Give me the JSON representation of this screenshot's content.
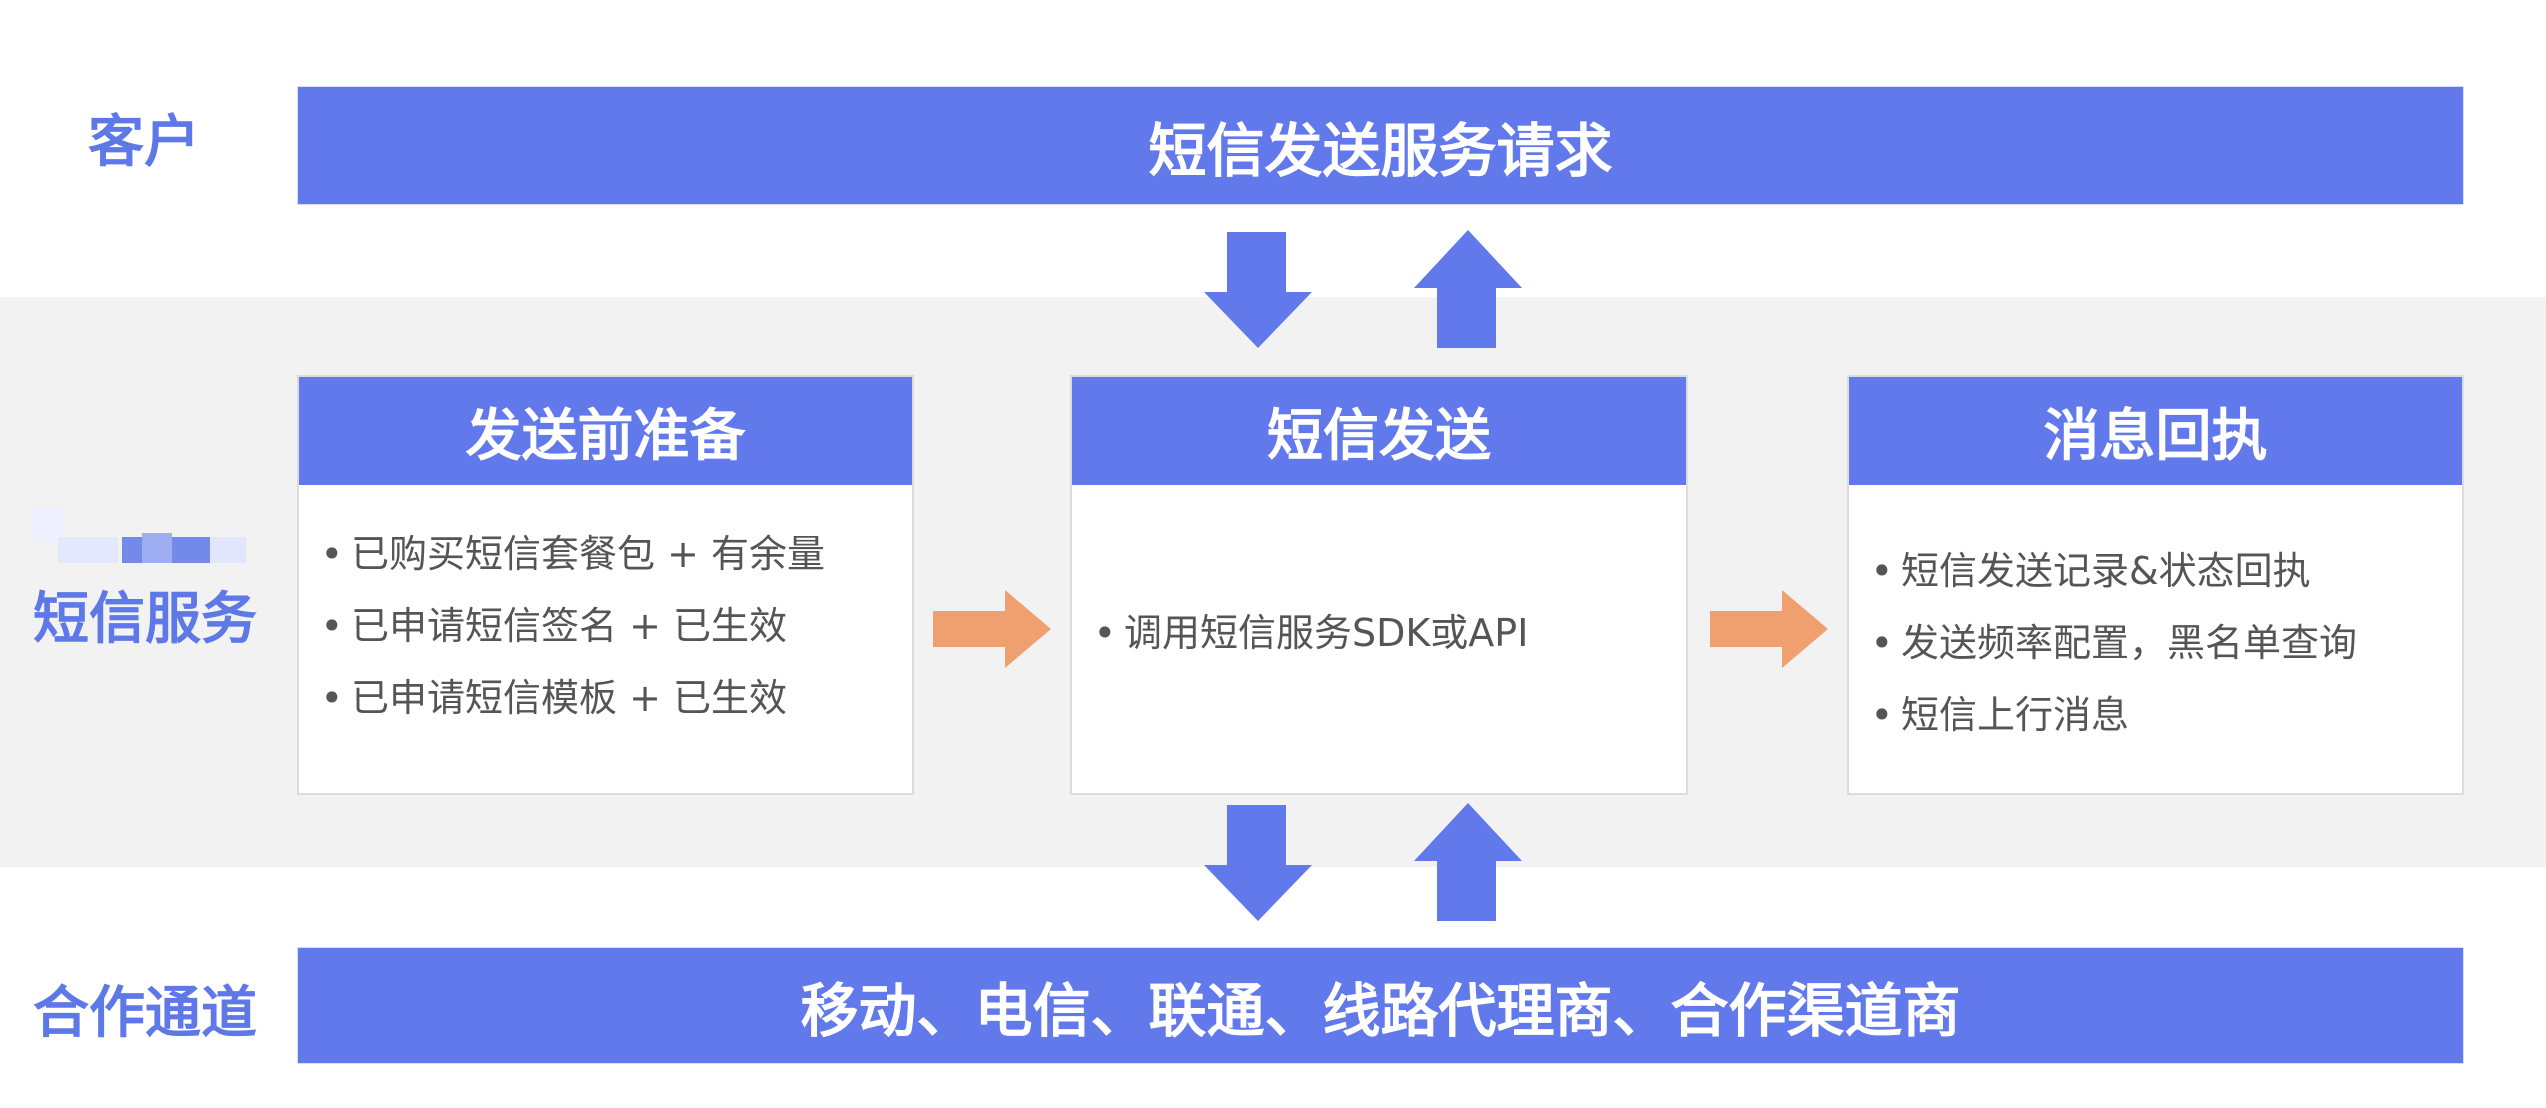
{
  "colors": {
    "primary": "#6179ea",
    "label": "#5f78e8",
    "band": "#f2f2f2",
    "arrow_down_up": "#6179ea",
    "arrow_right": "#f0a06f",
    "item_text": "#555555"
  },
  "rows": {
    "customer": "客户",
    "service": "短信服务",
    "channel": "合作通道"
  },
  "top_bar": {
    "label": "短信发送服务请求"
  },
  "bottom_bar": {
    "label": "移动、电信、联通、线路代理商、合作渠道商"
  },
  "cards": [
    {
      "title": "发送前准备",
      "items": [
        "已购买短信套餐包 + 有余量",
        "已申请短信签名 + 已生效",
        "已申请短信模板 + 已生效"
      ]
    },
    {
      "title": "短信发送",
      "items": [
        "调用短信服务SDK或API"
      ]
    },
    {
      "title": "消息回执",
      "items": [
        "短信发送记录&状态回执",
        "发送频率配置，黑名单查询",
        "短信上行消息"
      ]
    }
  ]
}
